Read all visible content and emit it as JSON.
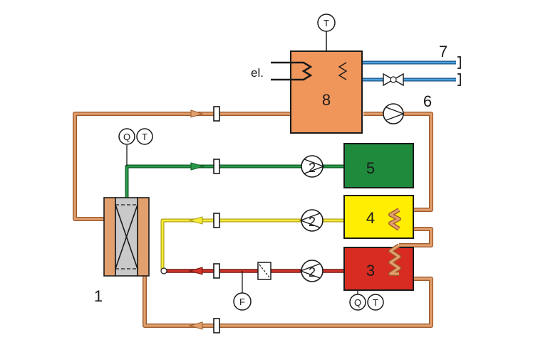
{
  "components": {
    "heat_exchanger": {
      "number": "1"
    },
    "tank_3": {
      "number": "3",
      "color": "#d82c22"
    },
    "tank_4": {
      "number": "4",
      "color": "#ffee00"
    },
    "tank_5": {
      "number": "5",
      "color": "#1f8a3c"
    },
    "pump_6": {
      "number": "6"
    },
    "consumer_7": {
      "number": "7"
    },
    "storage_8": {
      "number": "8",
      "color": "#f0965a",
      "heater_label": "el."
    }
  },
  "sensors": {
    "q": "Q",
    "t": "T",
    "f": "F"
  },
  "colors": {
    "copper_line": "#d9955f",
    "green_line": "#1f8a3c",
    "yellow_line": "#f2ea3a",
    "red_line": "#c22a20",
    "blue_line": "#2e86c1",
    "exchanger_core": "#c9c9c9"
  }
}
